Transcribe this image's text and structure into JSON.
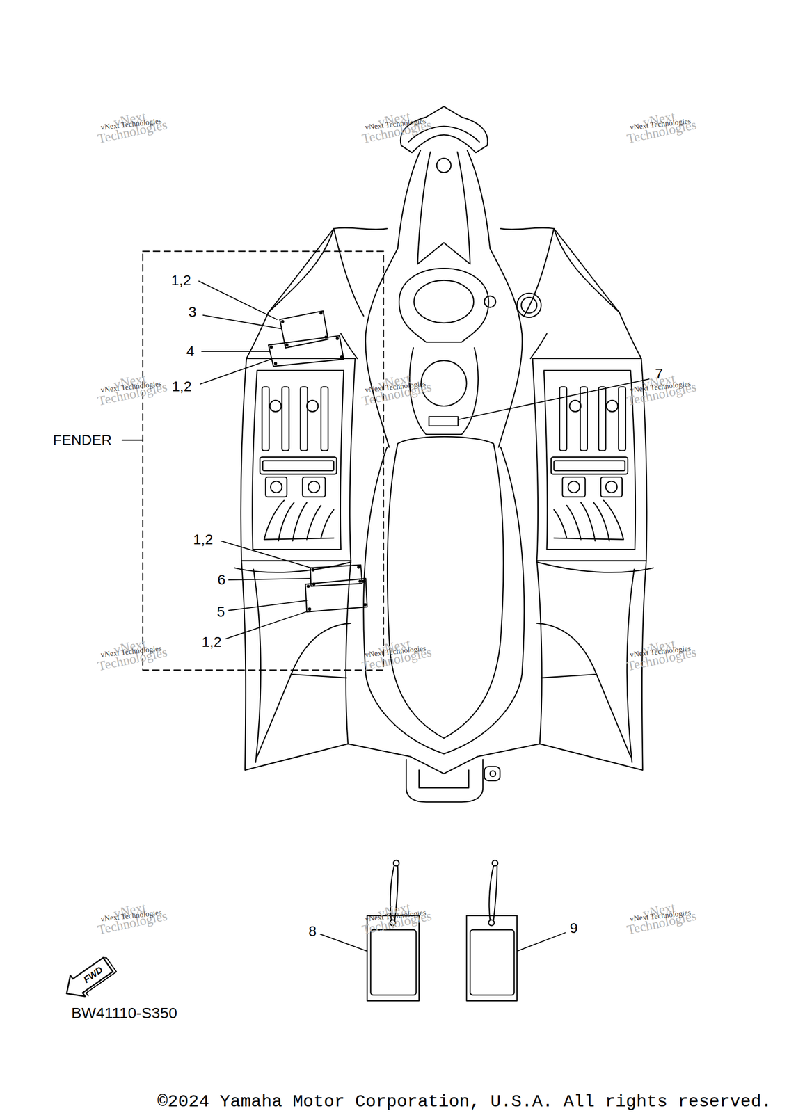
{
  "diagram": {
    "labels": [
      "1,2",
      "3",
      "4",
      "1,2",
      "FENDER",
      "7",
      "1,2",
      "6",
      "5",
      "1,2",
      "8",
      "9",
      "FWD",
      "BW41110-S350",
      "©2024 Yamaha Motor Corporation, U.S.A. All rights reserved.",
      "vNext Technologies",
      "vNext Technologies",
      "vNext Technologies",
      "vNext Technologies",
      "vNext Technologies",
      "vNext Technologies",
      "vNext Technologies",
      "vNext Technologies",
      "vNext Technologies",
      "vNext Technologies",
      "vNext Technologies",
      "vNext Technologies",
      "vNext Technologies",
      "vNext Technologies",
      "vNext Technologies",
      "vNext Technologies",
      "vNext Technologies",
      "vNext Technologies",
      "vNext Technologies",
      "vNext Technologies",
      "vNext Technologies",
      "vNext Technologies",
      "vNext Technologies",
      "vNext Technologies"
    ]
  }
}
